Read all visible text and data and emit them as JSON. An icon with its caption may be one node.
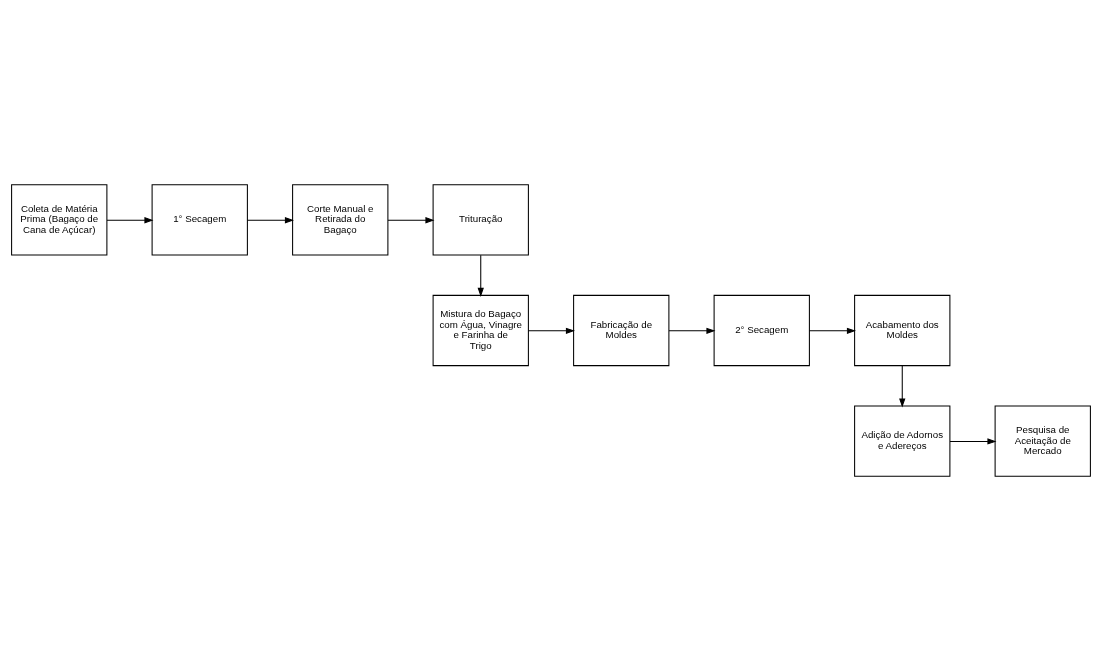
{
  "diagram": {
    "nodes": [
      {
        "text": [
          "Coleta de Matéria Prima (Bagaço de Cana de Açúcar)"
        ]
      },
      {
        "text": [
          "1° Secagem"
        ]
      },
      {
        "text": [
          "Corte Manual e Retirada do Bagaço"
        ]
      },
      {
        "text": [
          "Trituração"
        ]
      },
      {
        "text": [
          "Mistura do Bagaço com Água, Vinagre e Farinha de Trigo"
        ]
      },
      {
        "text": [
          "Fabricação de Moldes"
        ]
      },
      {
        "text": [
          "2° Secagem"
        ]
      },
      {
        "text": [
          "Acabamento dos Moldes"
        ]
      },
      {
        "text": [
          "Adição de Adornos e Adereços"
        ]
      },
      {
        "text": [
          "Pesquisa de Aceitação de Mercado"
        ]
      }
    ],
    "edges": [
      {
        "from": 0,
        "to": 1,
        "arrow": "to"
      },
      {
        "from": 1,
        "to": 2,
        "arrow": "to"
      },
      {
        "from": 2,
        "to": 3,
        "arrow": "to"
      },
      {
        "from": 3,
        "to": 4,
        "arrow": "to"
      },
      {
        "from": 4,
        "to": 5,
        "arrow": "to"
      },
      {
        "from": 5,
        "to": 6,
        "arrow": "to"
      },
      {
        "from": 6,
        "to": 7,
        "arrow": "to"
      },
      {
        "from": 7,
        "to": 8,
        "arrow": "to"
      },
      {
        "from": 8,
        "to": 9,
        "arrow": "to"
      }
    ]
  }
}
